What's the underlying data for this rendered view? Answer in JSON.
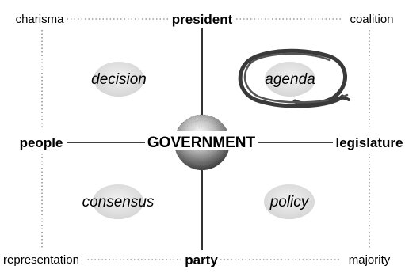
{
  "diagram": {
    "center": {
      "label": "GOVERNMENT"
    },
    "nodes": {
      "top_left": "charisma",
      "top_center": "president",
      "top_right": "coalition",
      "middle_left": "people",
      "middle_right": "legislature",
      "bottom_left": "representation",
      "bottom_center": "party",
      "bottom_right": "majority"
    },
    "ovals": {
      "top_left": "decision",
      "top_right": "agenda",
      "bottom_left": "consensus",
      "bottom_right": "policy"
    },
    "highlighted_oval": "agenda"
  }
}
